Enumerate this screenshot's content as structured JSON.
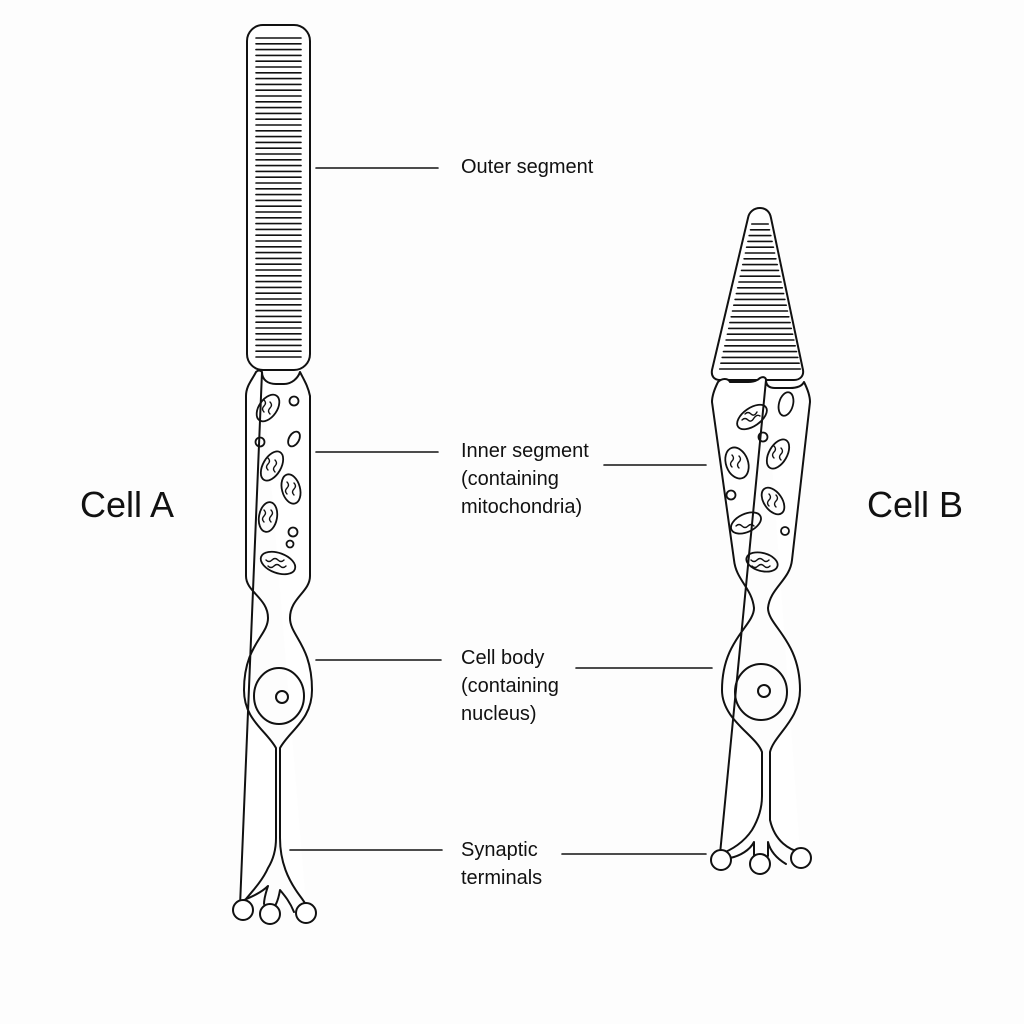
{
  "colors": {
    "line": "#111111",
    "fill": "#ffffff",
    "background": "#fdfdfd"
  },
  "cells": {
    "a": {
      "name": "Cell A"
    },
    "b": {
      "name": "Cell B"
    }
  },
  "labels": {
    "outer_segment": "Outer segment",
    "inner_segment": [
      "Inner segment",
      "(containing",
      "mitochondria)"
    ],
    "cell_body": [
      "Cell body",
      "(containing",
      "nucleus)"
    ],
    "synaptic_terminals": [
      "Synaptic",
      "terminals"
    ]
  }
}
